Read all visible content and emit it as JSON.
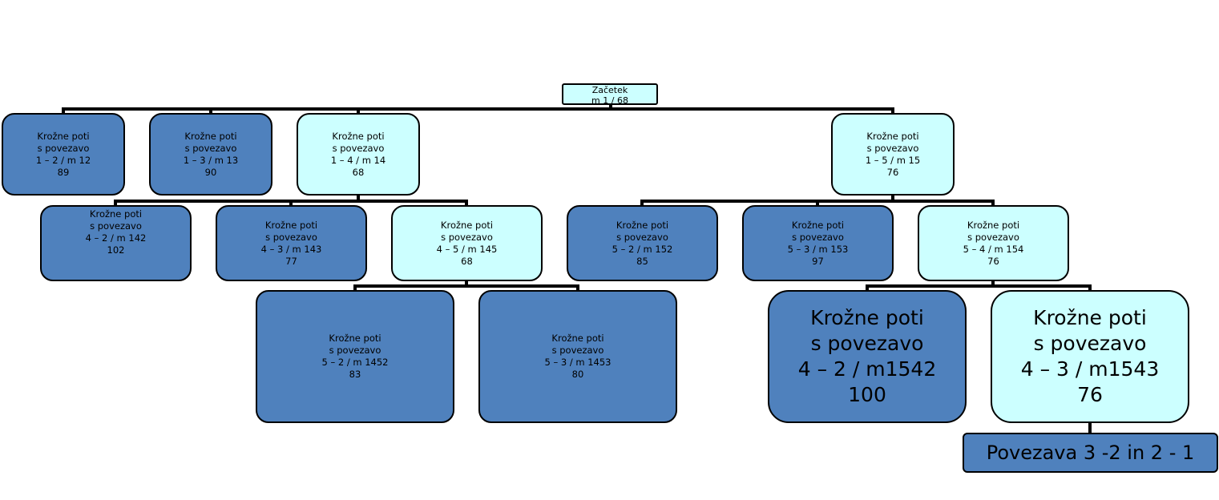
{
  "diagram": {
    "root": {
      "lines": [
        "Začetek",
        "m 1 / 68"
      ]
    },
    "level1": [
      {
        "id": "n12",
        "lines": [
          "Krožne poti",
          "s povezavo",
          "1 – 2 / m 12",
          "89"
        ]
      },
      {
        "id": "n13",
        "lines": [
          "Krožne poti",
          "s povezavo",
          "1 – 3 / m 13",
          "90"
        ]
      },
      {
        "id": "n14",
        "lines": [
          "Krožne poti",
          "s povezavo",
          "1 – 4 / m 14",
          "68"
        ]
      },
      {
        "id": "n15",
        "lines": [
          "Krožne poti",
          "s povezavo",
          "1 – 5 / m 15",
          "76"
        ]
      }
    ],
    "level2": [
      {
        "id": "n142",
        "lines": [
          "Krožne poti",
          "s povezavo",
          "4 – 2 / m 142",
          "102"
        ]
      },
      {
        "id": "n143",
        "lines": [
          "Krožne poti",
          "s povezavo",
          "4 – 3 / m 143",
          "77"
        ]
      },
      {
        "id": "n145",
        "lines": [
          "Krožne poti",
          "s povezavo",
          "4 – 5 / m 145",
          "68"
        ]
      },
      {
        "id": "n152",
        "lines": [
          "Krožne poti",
          "s povezavo",
          "5 – 2 / m 152",
          "85"
        ]
      },
      {
        "id": "n153",
        "lines": [
          "Krožne poti",
          "s povezavo",
          "5 – 3 / m 153",
          "97"
        ]
      },
      {
        "id": "n154",
        "lines": [
          "Krožne poti",
          "s povezavo",
          "5 – 4 / m 154",
          "76"
        ]
      }
    ],
    "level3": [
      {
        "id": "n1452",
        "lines": [
          "Krožne poti",
          "s povezavo",
          "5 – 2 / m 1452",
          "83"
        ]
      },
      {
        "id": "n1453",
        "lines": [
          "Krožne poti",
          "s povezavo",
          "5 – 3 / m 1453",
          "80"
        ]
      },
      {
        "id": "n1542",
        "lines": [
          "Krožne poti",
          "s povezavo",
          "4 – 2 / m1542",
          "100"
        ]
      },
      {
        "id": "n1543",
        "lines": [
          "Krožne poti",
          "s povezavo",
          "4 – 3 / m1543",
          "76"
        ]
      }
    ],
    "note": {
      "text": "Povezava 3 -2 in 2 - 1"
    },
    "colors": {
      "dark": "#4f81bd",
      "light": "#ccffff",
      "line": "#000000"
    }
  }
}
